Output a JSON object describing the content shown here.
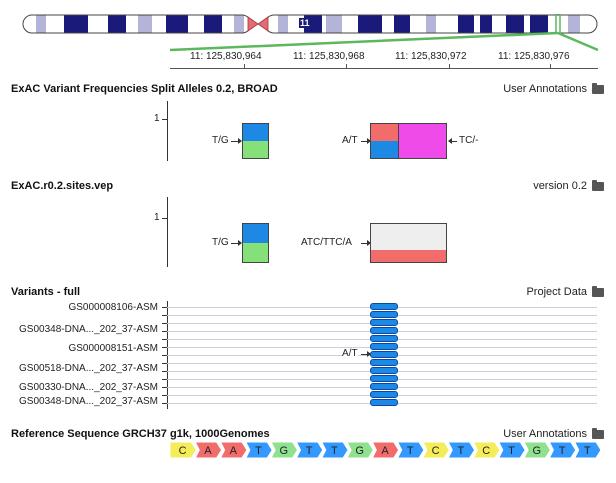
{
  "chromosome": {
    "band_label": "11",
    "colors": {
      "dark": "#1a1a7a",
      "light": "#ffffff",
      "mid": "#b4b4d8",
      "centromere": "#e06c75",
      "highlight": "#5cb85c"
    }
  },
  "ruler": {
    "ticks": [
      "11: 125,830,964",
      "11: 125,830,968",
      "11: 125,830,972",
      "11: 125,830,976"
    ]
  },
  "tracks": {
    "exac_split": {
      "title": "ExAC Variant Frequencies Split Alleles 0.2, BROAD",
      "right_label": "User Annotations",
      "y_tick": "1",
      "variant1_label": "T/G",
      "variant2_label_left": "A/T",
      "variant2_label_right": "TC/-"
    },
    "exac_vep": {
      "title": "ExAC.r0.2.sites.vep",
      "right_label": "version 0.2",
      "y_tick": "1",
      "variant1_label": "T/G",
      "variant2_label": "ATC/TTC/A"
    },
    "variants_full": {
      "title": "Variants - full",
      "right_label": "Project Data",
      "variant_label": "A/T",
      "samples": [
        "GS000008106-ASM",
        "GS00348-DNA..._202_37-ASM",
        "GS000008151-ASM",
        "GS00518-DNA..._202_37-ASM",
        "GS00330-DNA..._202_37-ASM",
        "GS00348-DNA..._202_37-ASM"
      ]
    },
    "reference": {
      "title": "Reference Sequence GRCH37 g1k, 1000Genomes",
      "right_label": "User Annotations",
      "bases": [
        "C",
        "A",
        "A",
        "T",
        "G",
        "T",
        "T",
        "G",
        "A",
        "T",
        "C",
        "T",
        "C",
        "T",
        "G",
        "T",
        "T"
      ]
    }
  },
  "base_colors": {
    "A": "#f26c6c",
    "C": "#f5ec5a",
    "G": "#8fe08f",
    "T": "#3399ff"
  },
  "allele_colors": {
    "blue": "#1e88e5",
    "green": "#86e07a",
    "red": "#f26c6c",
    "magenta": "#ef4be8",
    "grey": "#eeeeee"
  }
}
